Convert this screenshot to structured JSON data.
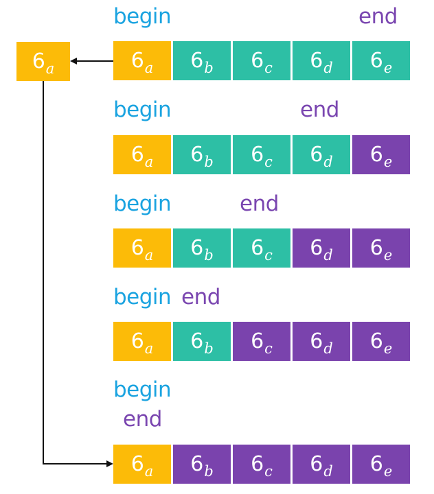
{
  "pivot": {
    "num": "6",
    "sub": "a",
    "color": "yellow"
  },
  "rows": [
    {
      "begin_label": "begin",
      "end_label": "end",
      "cells": [
        {
          "num": "6",
          "sub": "a",
          "color": "yellow"
        },
        {
          "num": "6",
          "sub": "b",
          "color": "teal"
        },
        {
          "num": "6",
          "sub": "c",
          "color": "teal"
        },
        {
          "num": "6",
          "sub": "d",
          "color": "teal"
        },
        {
          "num": "6",
          "sub": "e",
          "color": "teal"
        }
      ]
    },
    {
      "begin_label": "begin",
      "end_label": "end",
      "cells": [
        {
          "num": "6",
          "sub": "a",
          "color": "yellow"
        },
        {
          "num": "6",
          "sub": "b",
          "color": "teal"
        },
        {
          "num": "6",
          "sub": "c",
          "color": "teal"
        },
        {
          "num": "6",
          "sub": "d",
          "color": "teal"
        },
        {
          "num": "6",
          "sub": "e",
          "color": "purple"
        }
      ]
    },
    {
      "begin_label": "begin",
      "end_label": "end",
      "cells": [
        {
          "num": "6",
          "sub": "a",
          "color": "yellow"
        },
        {
          "num": "6",
          "sub": "b",
          "color": "teal"
        },
        {
          "num": "6",
          "sub": "c",
          "color": "teal"
        },
        {
          "num": "6",
          "sub": "d",
          "color": "purple"
        },
        {
          "num": "6",
          "sub": "e",
          "color": "purple"
        }
      ]
    },
    {
      "begin_label": "begin",
      "end_label": "end",
      "cells": [
        {
          "num": "6",
          "sub": "a",
          "color": "yellow"
        },
        {
          "num": "6",
          "sub": "b",
          "color": "teal"
        },
        {
          "num": "6",
          "sub": "c",
          "color": "purple"
        },
        {
          "num": "6",
          "sub": "d",
          "color": "purple"
        },
        {
          "num": "6",
          "sub": "e",
          "color": "purple"
        }
      ]
    },
    {
      "begin_label": "begin",
      "end_label": "end",
      "cells": [
        {
          "num": "6",
          "sub": "a",
          "color": "yellow"
        },
        {
          "num": "6",
          "sub": "b",
          "color": "purple"
        },
        {
          "num": "6",
          "sub": "c",
          "color": "purple"
        },
        {
          "num": "6",
          "sub": "d",
          "color": "purple"
        },
        {
          "num": "6",
          "sub": "e",
          "color": "purple"
        }
      ]
    }
  ],
  "colors": {
    "yellow": "#fcbb08",
    "teal": "#2dbfa5",
    "purple": "#7a43ad",
    "begin": "#1aa3e0",
    "end": "#7a46b0"
  }
}
